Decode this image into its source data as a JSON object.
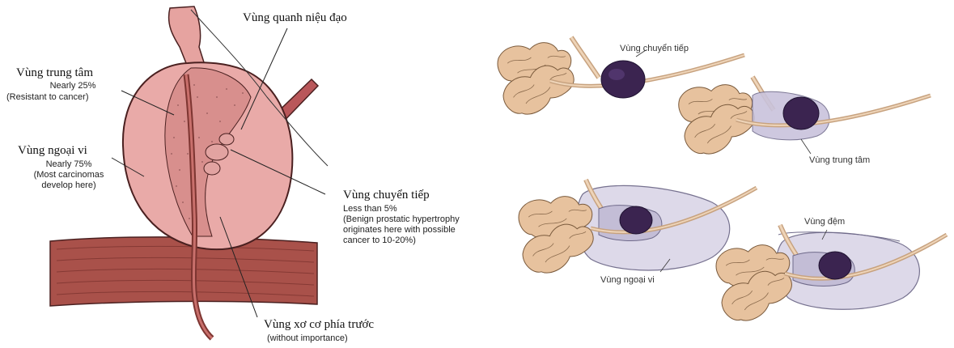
{
  "left_diagram": {
    "periurethral": {
      "title": "Vùng quanh niệu đạo"
    },
    "central": {
      "title": "Vùng trung tâm",
      "line1": "Nearly 25%",
      "line2": "(Resistant to cancer)"
    },
    "peripheral": {
      "title": "Vùng ngoại vi",
      "line1": "Nearly 75%",
      "line2": "(Most carcinomas",
      "line3": "develop here)"
    },
    "transition": {
      "title": "Vùng chuyển tiếp",
      "line1": "Less than 5%",
      "line2": "(Benign prostatic hypertrophy",
      "line3": "originates here with possible",
      "line4": "cancer to 10-20%)"
    },
    "fibromuscular": {
      "title": "Vùng xơ cơ phía trước",
      "line1": "(without importance)"
    }
  },
  "right_diagram": {
    "transition_label": "Vùng chuyển tiếp",
    "central_label": "Vùng trung tâm",
    "peripheral_label": "Vùng ngoại vi",
    "anterior_label": "Vùng đệm"
  },
  "colors": {
    "gland_pink": "#e9aaa8",
    "gland_outline": "#4a2020",
    "muscle_red": "#a9514a",
    "seminal_tan": "#e7c29e",
    "transition_purple": "#3b2450",
    "central_lavender": "#c9c3dc",
    "peripheral_lavender": "#dcd8e8"
  }
}
